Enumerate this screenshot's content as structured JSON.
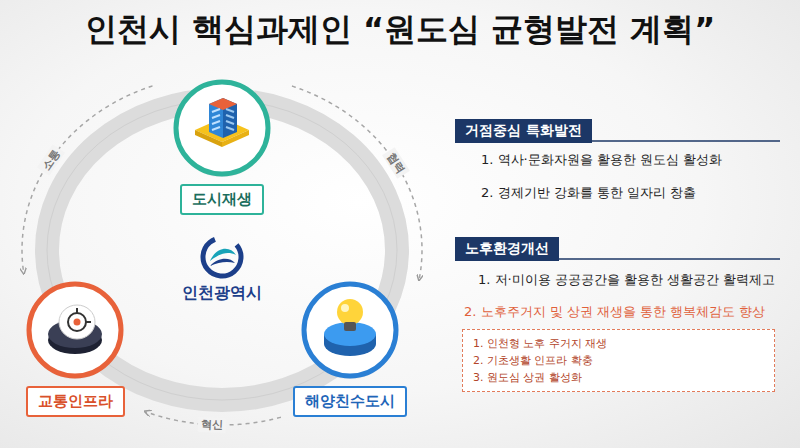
{
  "diagram": {
    "title": "인천시 핵심과제인 “원도심 균형발전 계획”",
    "nodes": [
      {
        "text": [
          "도시재생"
        ]
      },
      {
        "text": [
          "교통인프라"
        ]
      },
      {
        "text": [
          "해양친수도시"
        ]
      },
      {
        "text": [
          "거점중심 특화발전"
        ]
      },
      {
        "text": [
          "노후환경개선"
        ]
      },
      {
        "text": [
          "1. 인천형 노후 주거지 재생",
          "2. 기초생활 인프라 확충",
          "3. 원도심 상권 활성화"
        ]
      }
    ],
    "edges": [
      {
        "from": 0,
        "to": 1,
        "label": "소통",
        "arrow": "to"
      },
      {
        "from": 0,
        "to": 2,
        "label": "협력",
        "arrow": "to"
      },
      {
        "from": 2,
        "to": 1,
        "label": "혁신",
        "arrow": "to"
      }
    ],
    "labels": [
      "인천광역시",
      "1. 역사·문화자원을 활용한 원도심 활성화",
      "2. 경제기반 강화를 통한 일자리 창출",
      "1. 저·미이용 공공공간을 활용한 생활공간 활력제고",
      "2. 노후주거지 및 상권 재생을 통한 행복체감도 향상"
    ]
  }
}
